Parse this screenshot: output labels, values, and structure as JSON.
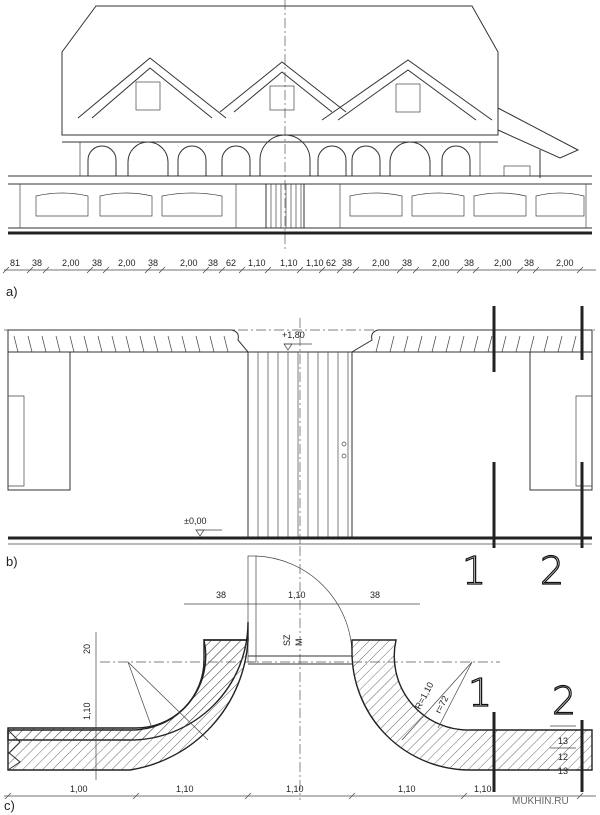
{
  "panels": {
    "a": {
      "label": "a)"
    },
    "b": {
      "label": "b)",
      "level_top": "+1,80",
      "level_base": "±0,00",
      "section_marks": [
        "1",
        "2"
      ]
    },
    "c": {
      "label": "c)",
      "section_marks": [
        "1",
        "2"
      ]
    }
  },
  "dims": {
    "a": [
      "81",
      "38",
      "2,00",
      "38",
      "2,00",
      "38",
      "2,00",
      "38",
      "62",
      "1,10",
      "1,10",
      "1,10",
      "62",
      "38",
      "2,00",
      "38",
      "2,00",
      "38",
      "2,00",
      "38",
      "2,00"
    ],
    "c_top": [
      "38",
      "1,10",
      "38"
    ],
    "c_bottom": [
      "1,00",
      "1,10",
      "1,10",
      "1,10",
      "1,10"
    ],
    "c_left": [
      "20",
      "1,10"
    ],
    "c_right": [
      "13",
      "12",
      "13"
    ],
    "radius_outer": "R=1,10",
    "radius_inner": "r=72",
    "door_tag": [
      "SZ",
      "M"
    ]
  },
  "watermark": "MUKHIN.RU"
}
